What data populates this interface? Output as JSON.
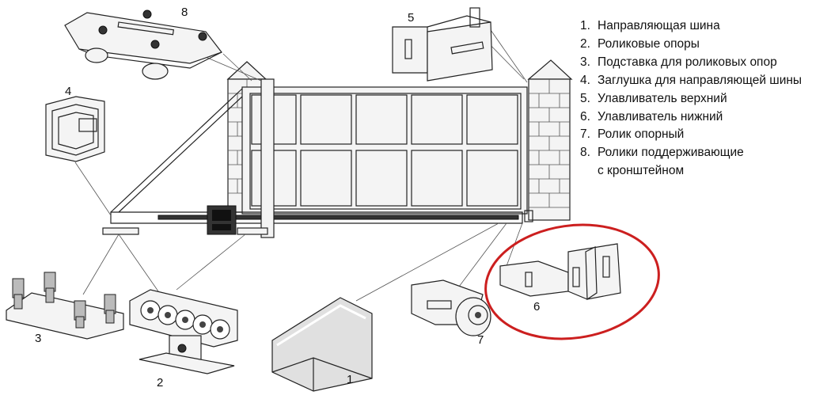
{
  "legend": {
    "items": [
      {
        "num": "1.",
        "text": "Направляющая шина"
      },
      {
        "num": "2.",
        "text": "Роликовые опоры"
      },
      {
        "num": "3.",
        "text": "Подставка для роликовых опор"
      },
      {
        "num": "4.",
        "text": "Заглушка для направляющей шины"
      },
      {
        "num": "5.",
        "text": "Улавливатель верхний"
      },
      {
        "num": "6.",
        "text": "Улавливатель нижний"
      },
      {
        "num": "7.",
        "text": "Ролик опорный"
      },
      {
        "num": "8.",
        "text": "Ролики поддерживающие",
        "text2": "с кронштейном"
      }
    ]
  },
  "callouts": {
    "c1": "1",
    "c2": "2",
    "c3": "3",
    "c4": "4",
    "c5": "5",
    "c6": "6",
    "c7": "7",
    "c8": "8"
  },
  "colors": {
    "highlight_ellipse": "#cc1f1f",
    "line": "#222222",
    "part_fill": "#f4f4f4"
  }
}
